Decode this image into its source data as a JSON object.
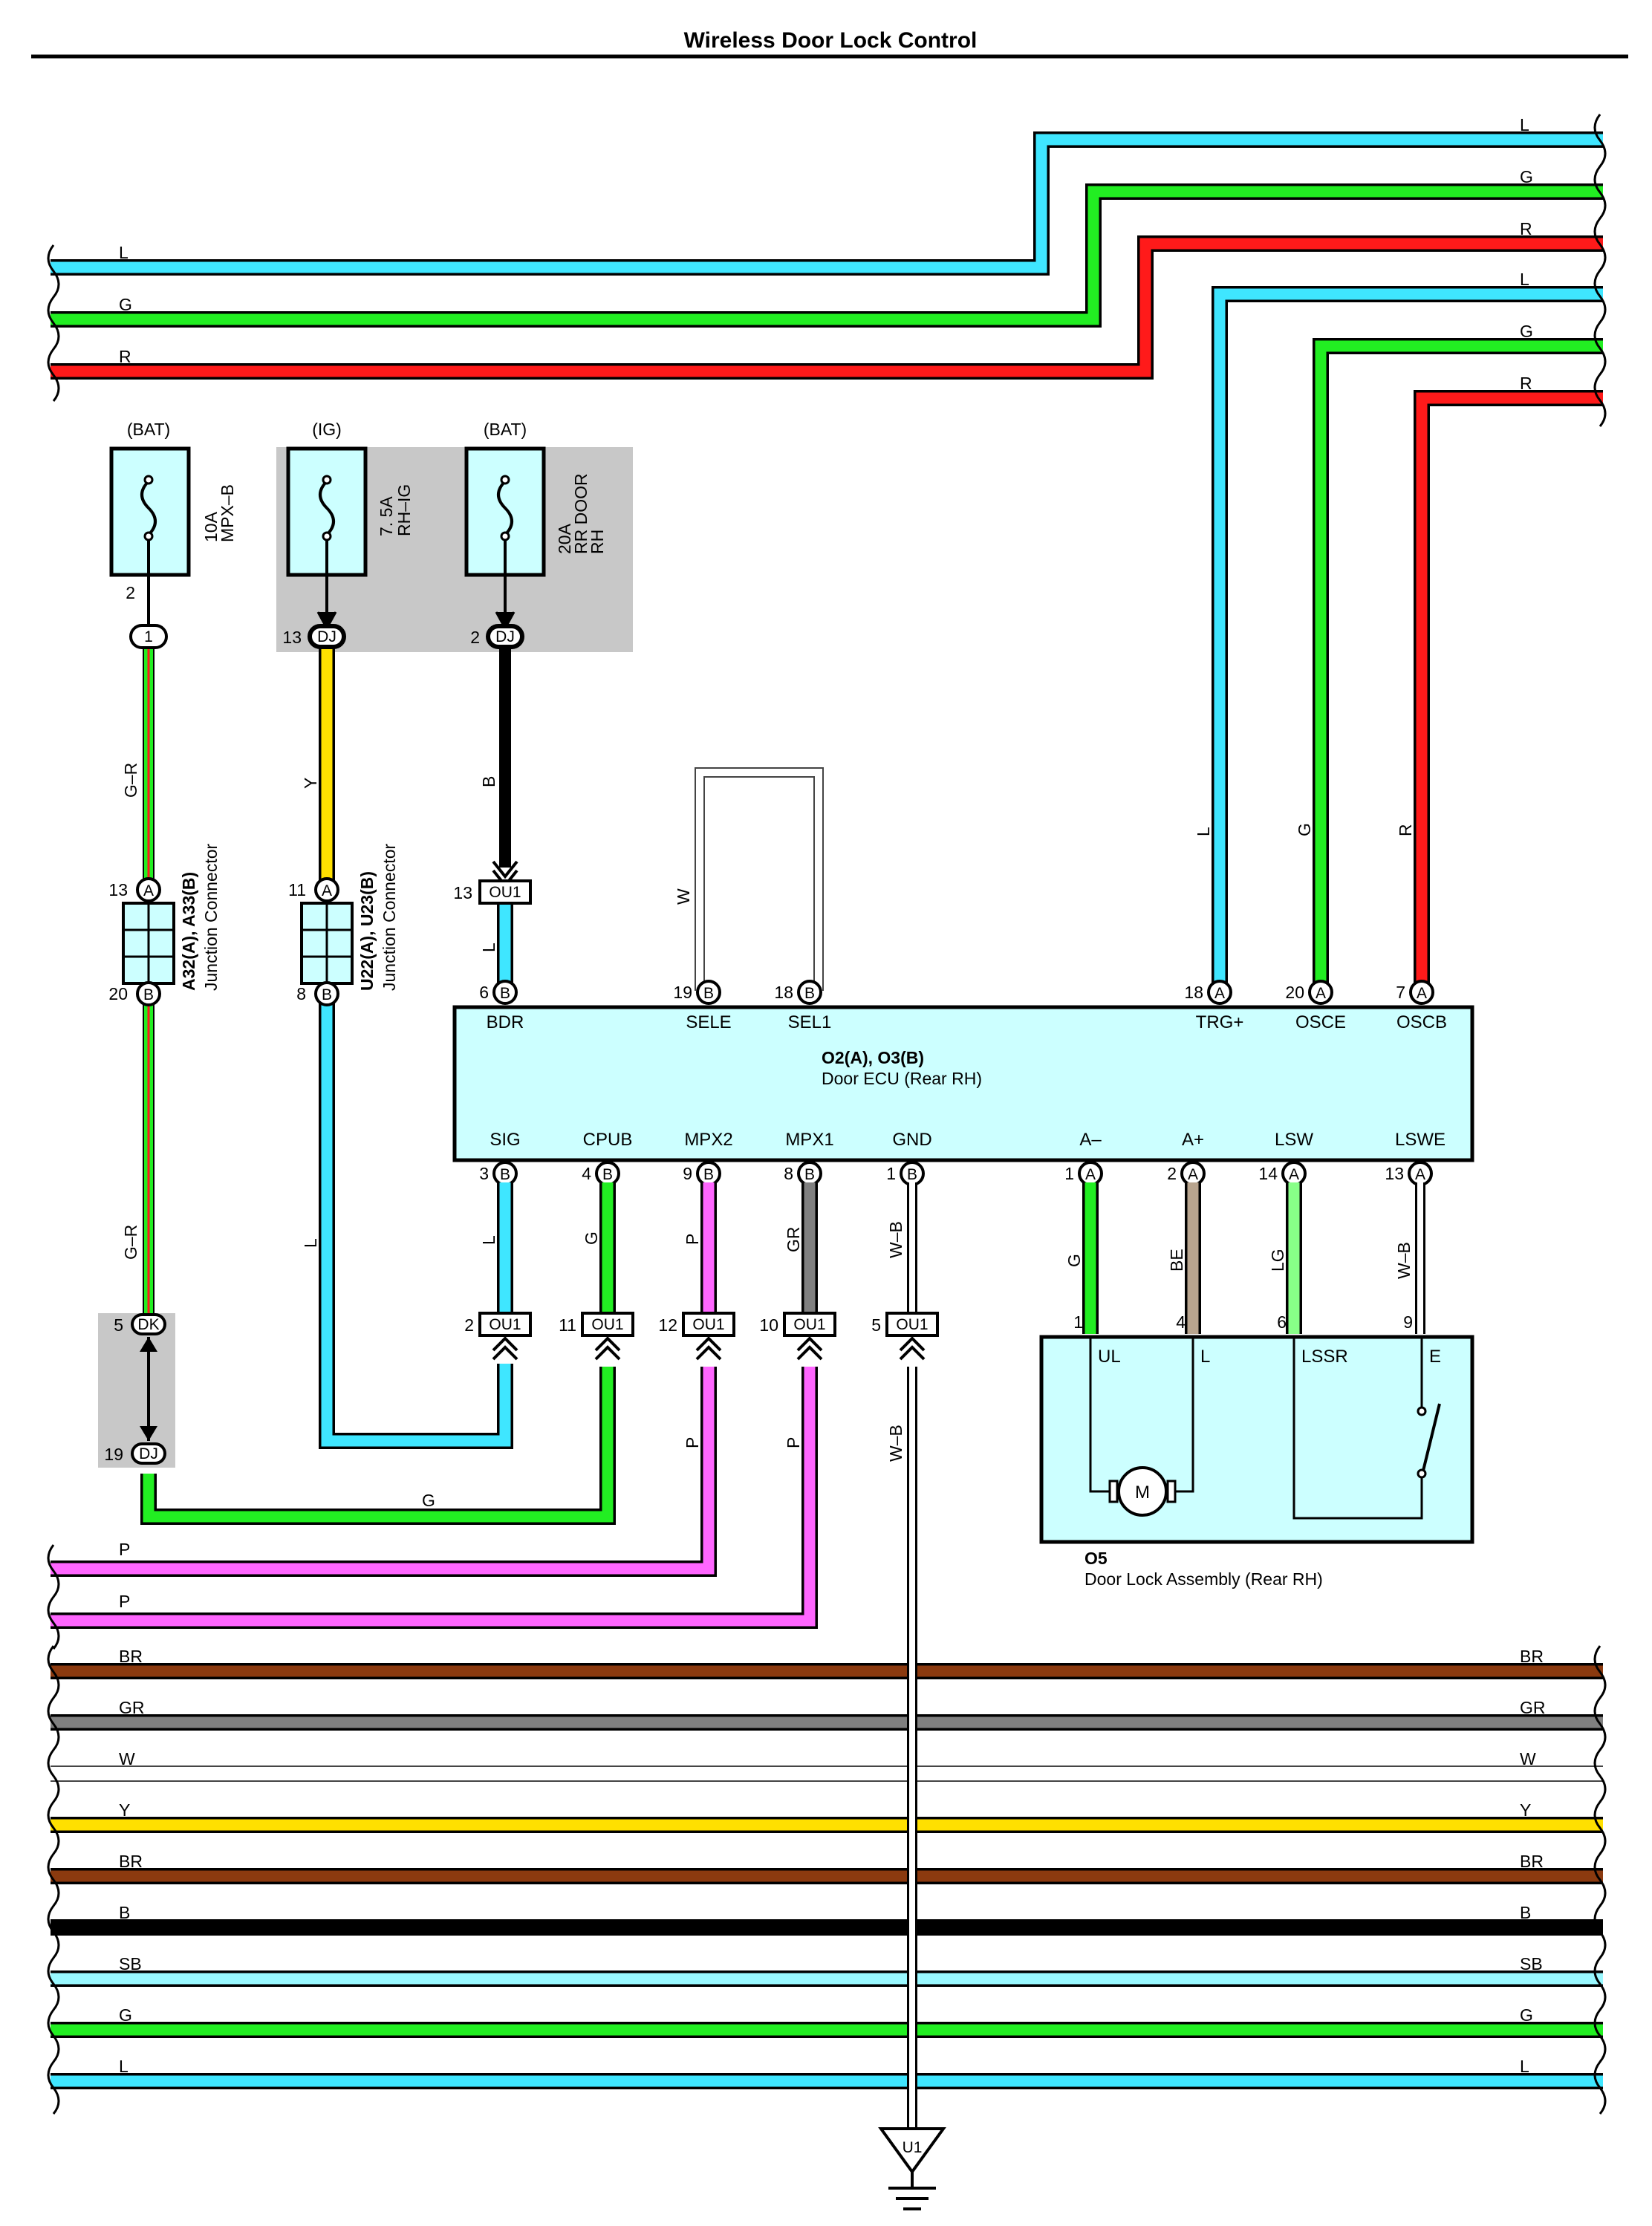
{
  "title": "Wireless Door Lock Control",
  "colors": {
    "L": "#3fe6ff",
    "G": "#22ee22",
    "R": "#ff1a1a",
    "Y": "#ffe000",
    "B": "#000000",
    "P": "#ff66ff",
    "GR": "#808080",
    "BR": "#8b3a0f",
    "BE": "#b8a48e",
    "LG": "#88ff88",
    "SB": "#99f8ff",
    "ecu_fill": "#ccffff",
    "relay_fill": "#c8c8c8"
  },
  "top_bus": {
    "left_labels": [
      "L",
      "G",
      "R"
    ],
    "right_labels": [
      "L",
      "G",
      "R",
      "L",
      "G",
      "R"
    ]
  },
  "fuses": [
    {
      "source": "(BAT)",
      "rating": "10A",
      "name": "MPX–B",
      "pin": "2",
      "connector": "1"
    },
    {
      "source": "(IG)",
      "rating": "7. 5A",
      "name": "RH–IG",
      "pin": "13",
      "connector": "DJ"
    },
    {
      "source": "(BAT)",
      "rating": "20A",
      "name": "RR DOOR",
      "name2": "RH",
      "pin": "2",
      "connector": "DJ"
    }
  ],
  "wires": {
    "fuse1_top": "G–R",
    "fuse1_bottom": "G–R",
    "fuse2_top": "Y",
    "fuse2_bottom": "L",
    "fuse3": "B",
    "ou1_l": "L",
    "sel_loop": "W",
    "trg": "L",
    "osce": "G",
    "oscb": "R",
    "sig": "L",
    "cpub": "G",
    "mpx2": "P",
    "mpx1": "GR",
    "gnd": "W–B",
    "gnd_lower": "W–B",
    "mpx2_lower": "P",
    "mpx1_lower": "P",
    "am": "G",
    "ap": "BE",
    "lsw": "LG",
    "lswe": "W–B",
    "bottom_g": "G",
    "p1": "P",
    "p2": "P"
  },
  "junction_connectors": [
    {
      "name": "A32(A), A33(B)",
      "desc": "Junction Connector",
      "top_pin": "13",
      "top_tag": "A",
      "bottom_pin": "20",
      "bottom_tag": "B"
    },
    {
      "name": "U22(A), U23(B)",
      "desc": "Junction Connector",
      "top_pin": "11",
      "top_tag": "A",
      "bottom_pin": "8",
      "bottom_tag": "B"
    }
  ],
  "dk": {
    "top_pin": "5",
    "top_tag": "DK",
    "bottom_pin": "19",
    "bottom_tag": "DJ"
  },
  "ou1_top": {
    "pin": "13",
    "tag": "OU1"
  },
  "ecu": {
    "name": "O2(A), O3(B)",
    "desc": "Door ECU (Rear RH)",
    "top_pins": [
      {
        "signal": "BDR",
        "pin": "6",
        "tag": "B"
      },
      {
        "signal": "SELE",
        "pin": "19",
        "tag": "B"
      },
      {
        "signal": "SEL1",
        "pin": "18",
        "tag": "B"
      },
      {
        "signal": "TRG+",
        "pin": "18",
        "tag": "A"
      },
      {
        "signal": "OSCE",
        "pin": "20",
        "tag": "A"
      },
      {
        "signal": "OSCB",
        "pin": "7",
        "tag": "A"
      }
    ],
    "bottom_pins": [
      {
        "signal": "SIG",
        "pin": "3",
        "tag": "B"
      },
      {
        "signal": "CPUB",
        "pin": "4",
        "tag": "B"
      },
      {
        "signal": "MPX2",
        "pin": "9",
        "tag": "B"
      },
      {
        "signal": "MPX1",
        "pin": "8",
        "tag": "B"
      },
      {
        "signal": "GND",
        "pin": "1",
        "tag": "B"
      },
      {
        "signal": "A–",
        "pin": "1",
        "tag": "A"
      },
      {
        "signal": "A+",
        "pin": "2",
        "tag": "A"
      },
      {
        "signal": "LSW",
        "pin": "14",
        "tag": "A"
      },
      {
        "signal": "LSWE",
        "pin": "13",
        "tag": "A"
      }
    ]
  },
  "ou1_row": [
    {
      "pin": "2",
      "tag": "OU1"
    },
    {
      "pin": "11",
      "tag": "OU1"
    },
    {
      "pin": "12",
      "tag": "OU1"
    },
    {
      "pin": "10",
      "tag": "OU1"
    },
    {
      "pin": "5",
      "tag": "OU1"
    }
  ],
  "door_lock": {
    "name": "O5",
    "desc": "Door Lock Assembly (Rear RH)",
    "pins": [
      {
        "pin": "1",
        "signal": "UL"
      },
      {
        "pin": "4",
        "signal": "L"
      },
      {
        "pin": "6",
        "signal": "LSSR"
      },
      {
        "pin": "9",
        "signal": "E"
      }
    ],
    "motor": "M"
  },
  "ground": "U1",
  "bottom_bus": [
    "BR",
    "GR",
    "W",
    "Y",
    "BR",
    "B",
    "SB",
    "G",
    "L"
  ]
}
